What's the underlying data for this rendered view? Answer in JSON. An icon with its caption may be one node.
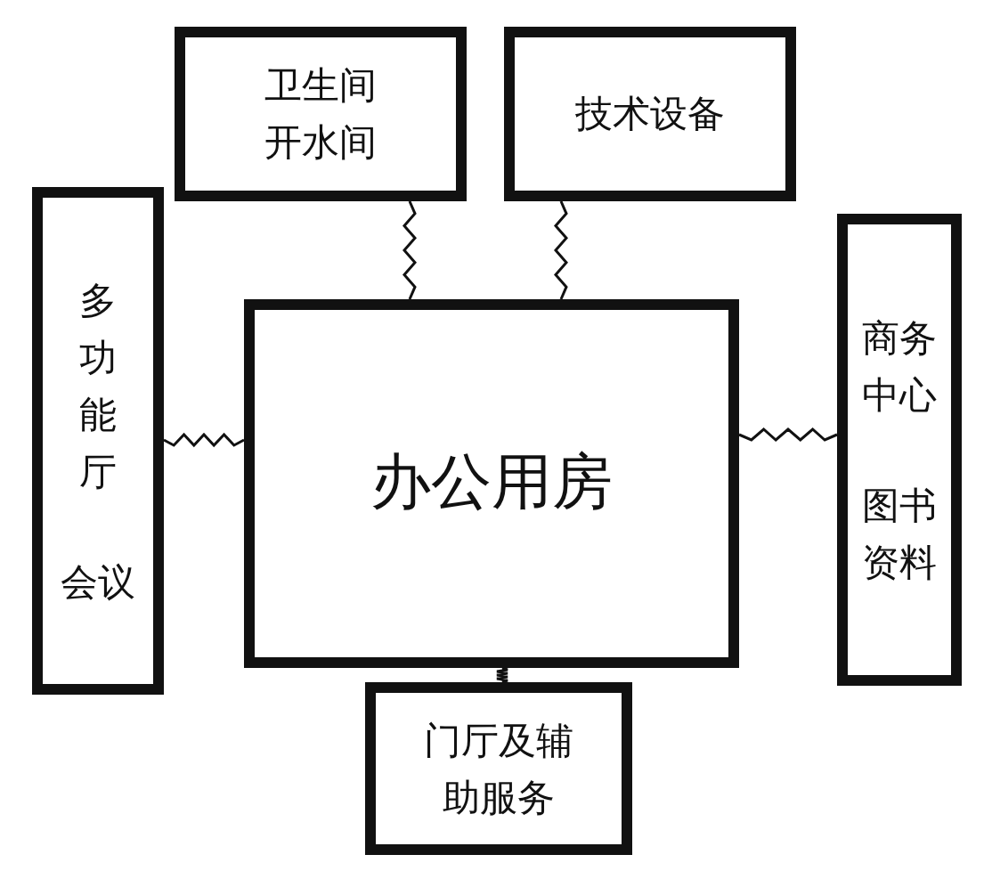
{
  "diagram": {
    "nodes": [
      {
        "text": [
          "办公用房"
        ]
      },
      {
        "text": [
          "卫生间开水间"
        ]
      },
      {
        "text": [
          "技术设备"
        ]
      },
      {
        "text": [
          "多功能厅",
          "会议"
        ]
      },
      {
        "text": [
          "商务中心",
          "图书资料"
        ]
      },
      {
        "text": [
          "门厅及辅助服务"
        ]
      }
    ],
    "edges": [
      {
        "from": 1,
        "to": 0,
        "arrow": "none"
      },
      {
        "from": 2,
        "to": 0,
        "arrow": "none"
      },
      {
        "from": 3,
        "to": 0,
        "arrow": "none"
      },
      {
        "from": 0,
        "to": 4,
        "arrow": "none"
      },
      {
        "from": 0,
        "to": 5,
        "arrow": "none"
      }
    ]
  }
}
